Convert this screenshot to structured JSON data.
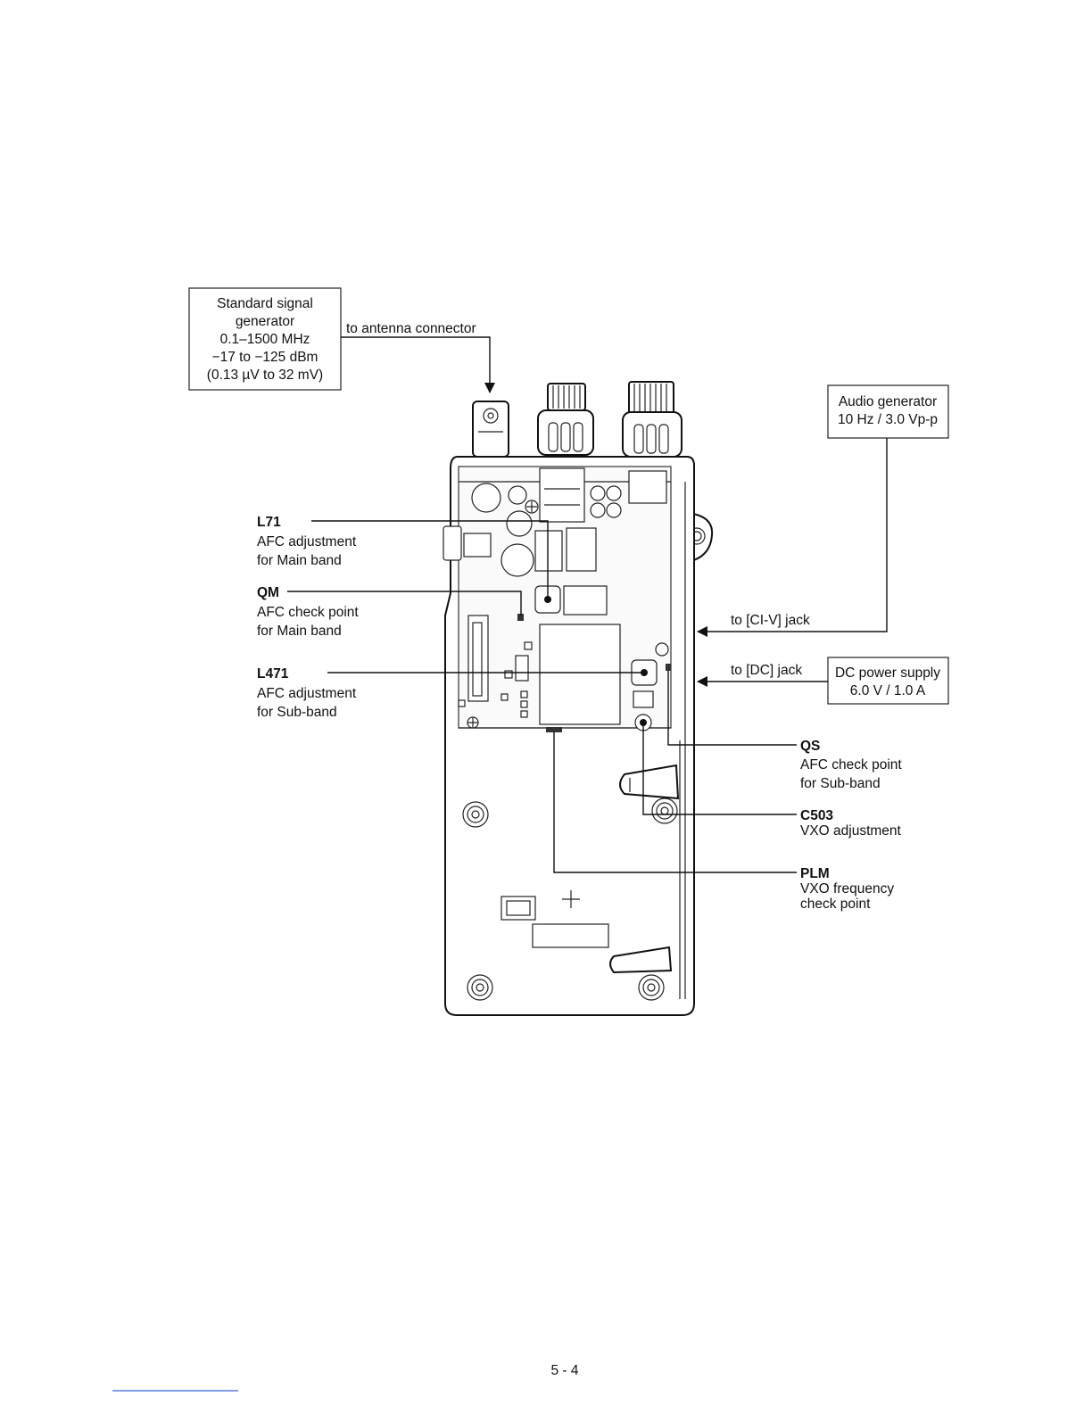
{
  "equipment": {
    "signal_generator": [
      "Standard signal",
      "generator",
      "0.1–1500 MHz",
      "−17 to −125 dBm",
      "(0.13 µV to 32 mV)"
    ],
    "audio_generator": [
      "Audio generator",
      "10 Hz / 3.0 Vp-p"
    ],
    "dc_power_supply": [
      "DC power supply",
      "6.0 V / 1.0 A"
    ]
  },
  "connections": {
    "antenna": "to antenna connector",
    "civ": "to [CI-V] jack",
    "dc": "to [DC] jack"
  },
  "callouts": {
    "l71": {
      "ref": "L71",
      "line1": "AFC adjustment",
      "line2": "for Main band"
    },
    "qm": {
      "ref": "QM",
      "line1": "AFC check point",
      "line2": "for Main band"
    },
    "l471": {
      "ref": "L471",
      "line1": "AFC adjustment",
      "line2": "for Sub-band"
    },
    "qs": {
      "ref": "QS",
      "line1": "AFC check point",
      "line2": "for Sub-band"
    },
    "c503": {
      "ref": "C503",
      "line1": "VXO adjustment"
    },
    "plm": {
      "ref": "PLM",
      "line1": "VXO frequency",
      "line2": "check point"
    }
  },
  "page_number": "5 - 4"
}
